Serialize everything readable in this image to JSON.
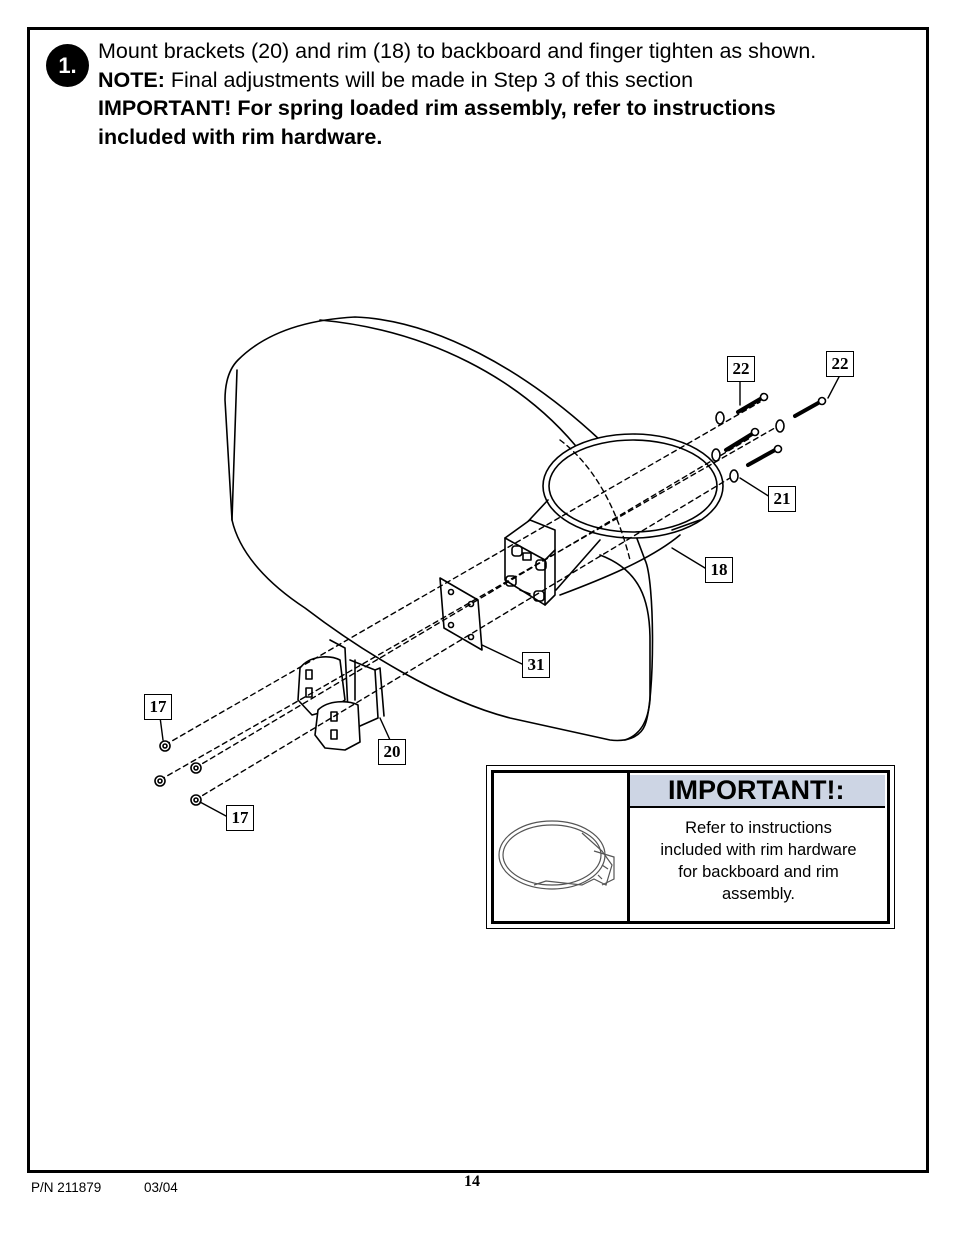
{
  "step": {
    "number": "1.",
    "line1": "Mount brackets (20) and rim (18) to backboard and finger tighten as shown.",
    "note_label": "NOTE:",
    "note_text": " Final adjustments will be made in Step 3 of this section",
    "important_line1": "IMPORTANT! For spring loaded rim assembly, refer to instructions",
    "important_line2": "included with rim hardware."
  },
  "callouts": {
    "c22_a": "22",
    "c22_b": "22",
    "c21": "21",
    "c18": "18",
    "c31": "31",
    "c17_top": "17",
    "c20": "20",
    "c17_bottom": "17"
  },
  "important_box": {
    "title": "IMPORTANT!:",
    "lines": [
      "Refer to instructions",
      "included with rim hardware",
      "for backboard and rim",
      "assembly."
    ]
  },
  "footer": {
    "part_number": "P/N 211879",
    "date": "03/04",
    "page": "14"
  }
}
